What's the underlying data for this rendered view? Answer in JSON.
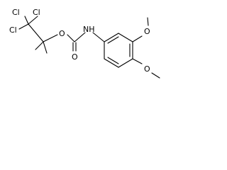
{
  "molecule": {
    "atom_labels": {
      "cl_top_left": "Cl",
      "cl_top_right": "Cl",
      "cl_left": "Cl",
      "ester_oxygen": "O",
      "carbonyl_oxygen": "O",
      "amine": "NH",
      "methoxy_oxygen_upper": "O",
      "methoxy_oxygen_lower": "O"
    },
    "colors": {
      "ink": "#000000",
      "background": "#ffffff"
    }
  }
}
